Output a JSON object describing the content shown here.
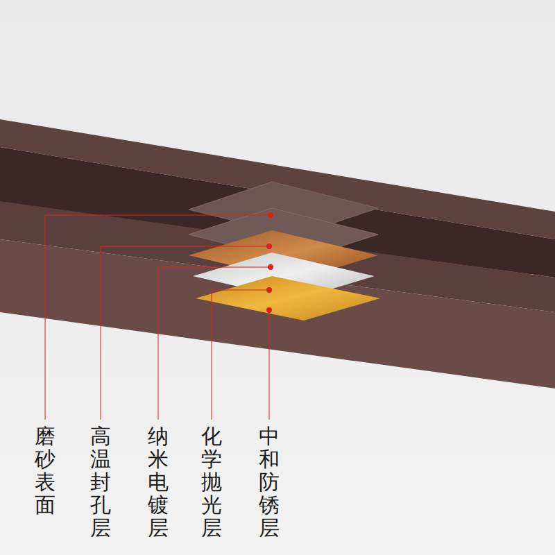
{
  "diagram": {
    "labels": [
      "磨砂表面",
      "高温封孔层",
      "纳米电镀层",
      "化学抛光层",
      "中和防锈层"
    ]
  }
}
